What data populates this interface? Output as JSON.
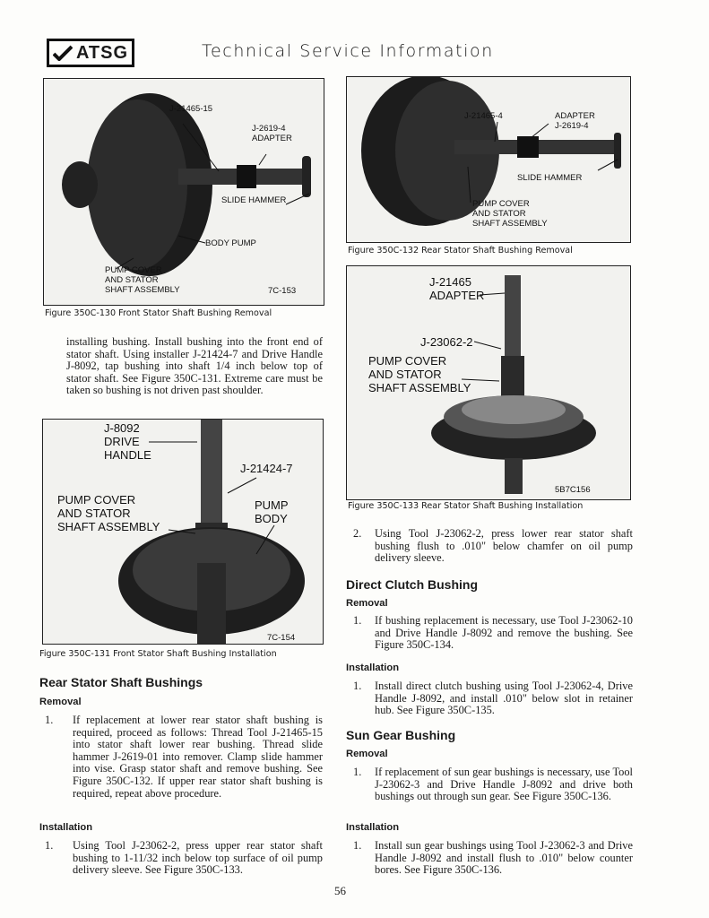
{
  "header": {
    "logo": "ATSG",
    "title": "Technical Service Information"
  },
  "figures": {
    "fig130": {
      "labels": {
        "tool1": "J-21465-15",
        "adapter": "J-2619-4\nADAPTER",
        "slide": "SLIDE HAMMER",
        "body": "BODY PUMP",
        "pump": "PUMP COVER\nAND STATOR\nSHAFT ASSEMBLY",
        "code": "7C-153"
      },
      "caption": "Figure 350C-130 Front Stator Shaft Bushing Removal"
    },
    "fig131": {
      "labels": {
        "handle": "J-8092\nDRIVE\nHANDLE",
        "installer": "J-21424-7",
        "pump": "PUMP COVER\nAND STATOR\nSHAFT ASSEMBLY",
        "body": "PUMP\nBODY",
        "code": "7C-154"
      },
      "caption": "Figure 350C-131 Front Stator Shaft Bushing Installation"
    },
    "fig132": {
      "labels": {
        "tool": "J-21465-4",
        "adapter": "ADAPTER\nJ-2619-4",
        "slide": "SLIDE HAMMER",
        "pump": "PUMP COVER\nAND STATOR\nSHAFT ASSEMBLY"
      },
      "caption": "Figure 350C-132 Rear Stator Shaft Bushing Removal"
    },
    "fig133": {
      "labels": {
        "adapter": "J-21465\nADAPTER",
        "tool": "J-23062-2",
        "pump": "PUMP COVER\nAND STATOR\nSHAFT ASSEMBLY",
        "code": "5B7C156"
      },
      "caption": "Figure 350C-133 Rear Stator Shaft Bushing Installation"
    }
  },
  "left_column": {
    "intro": "installing bushing. Install bushing into the front end of stator shaft. Using installer J-21424-7 and Drive Handle J-8092, tap bushing into shaft 1/4 inch below top of stator shaft. See Figure 350C-131. Extreme care must be taken so bushing is not driven past shoulder.",
    "section_title": "Rear Stator Shaft Bushings",
    "removal_heading": "Removal",
    "removal_items": [
      {
        "num": "1.",
        "text": "If replacement at lower rear stator shaft bushing is required, proceed as follows: Thread Tool J-21465-15 into stator shaft lower rear bushing. Thread slide hammer J-2619-01 into remover. Clamp slide hammer into vise. Grasp stator shaft and remove bushing. See Figure 350C-132. If upper rear stator shaft bushing is required, repeat above procedure."
      }
    ],
    "installation_heading": "Installation",
    "installation_items": [
      {
        "num": "1.",
        "text": "Using Tool J-23062-2, press upper rear stator shaft bushing to 1-11/32 inch below top surface of oil pump delivery sleeve. See Figure 350C-133."
      }
    ]
  },
  "right_column": {
    "item2": {
      "num": "2.",
      "text": "Using Tool J-23062-2, press lower rear stator shaft bushing flush to .010\" below chamfer on oil pump delivery sleeve."
    },
    "direct_clutch": {
      "title": "Direct Clutch Bushing",
      "removal_heading": "Removal",
      "removal_items": [
        {
          "num": "1.",
          "text": "If bushing replacement is necessary, use Tool J-23062-10 and Drive Handle J-8092 and remove the bushing. See Figure 350C-134."
        }
      ],
      "installation_heading": "Installation",
      "installation_items": [
        {
          "num": "1.",
          "text": "Install direct clutch bushing using Tool J-23062-4, Drive Handle J-8092, and install .010\" below slot in retainer hub. See Figure 350C-135."
        }
      ]
    },
    "sun_gear": {
      "title": "Sun Gear Bushing",
      "removal_heading": "Removal",
      "removal_items": [
        {
          "num": "1.",
          "text": "If replacement of sun gear bushings is necessary, use Tool J-23062-3 and Drive Handle J-8092 and drive both bushings out through sun gear. See Figure 350C-136."
        }
      ],
      "installation_heading": "Installation",
      "installation_items": [
        {
          "num": "1.",
          "text": "Install sun gear bushings using Tool J-23062-3 and Drive Handle J-8092 and install flush to .010\" below counter bores. See Figure 350C-136."
        }
      ]
    }
  },
  "page_number": "56"
}
